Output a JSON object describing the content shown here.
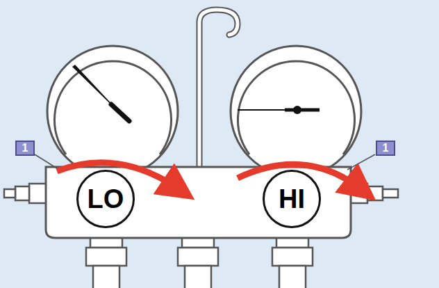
{
  "diagram": {
    "nodes": [
      {
        "text": [
          "LO"
        ]
      },
      {
        "text": [
          "HI"
        ]
      }
    ],
    "labels": [
      "1",
      "1"
    ]
  }
}
